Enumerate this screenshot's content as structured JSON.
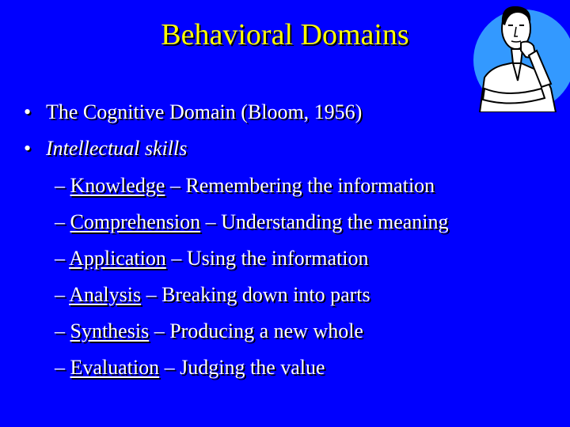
{
  "slide": {
    "title": "Behavioral Domains",
    "bullets": [
      {
        "text": "The Cognitive Domain (Bloom, 1956)"
      },
      {
        "text": "Intellectual skills"
      }
    ],
    "levels": [
      {
        "dash": "–",
        "term": "Knowledge",
        "sep": "–",
        "desc": "Remembering the information"
      },
      {
        "dash": "–",
        "term": "Comprehension",
        "sep": "–",
        "desc": "Understanding the meaning"
      },
      {
        "dash": "–",
        "term": "Application",
        "sep": "–",
        "desc": "Using the information"
      },
      {
        "dash": "–",
        "term": "Analysis",
        "sep": "–",
        "desc": "Breaking down into parts"
      },
      {
        "dash": "–",
        "term": "Synthesis",
        "sep": "–",
        "desc": "Producing a new whole"
      },
      {
        "dash": "–",
        "term": "Evaluation",
        "sep": "–",
        "desc": "Judging the value"
      }
    ],
    "colors": {
      "background": "#0000ff",
      "title": "#ffff00",
      "body_text": "#ffffff",
      "illustration_circle": "#3399ff"
    },
    "illustration": {
      "icon": "thinking-man-clipart-icon"
    }
  }
}
